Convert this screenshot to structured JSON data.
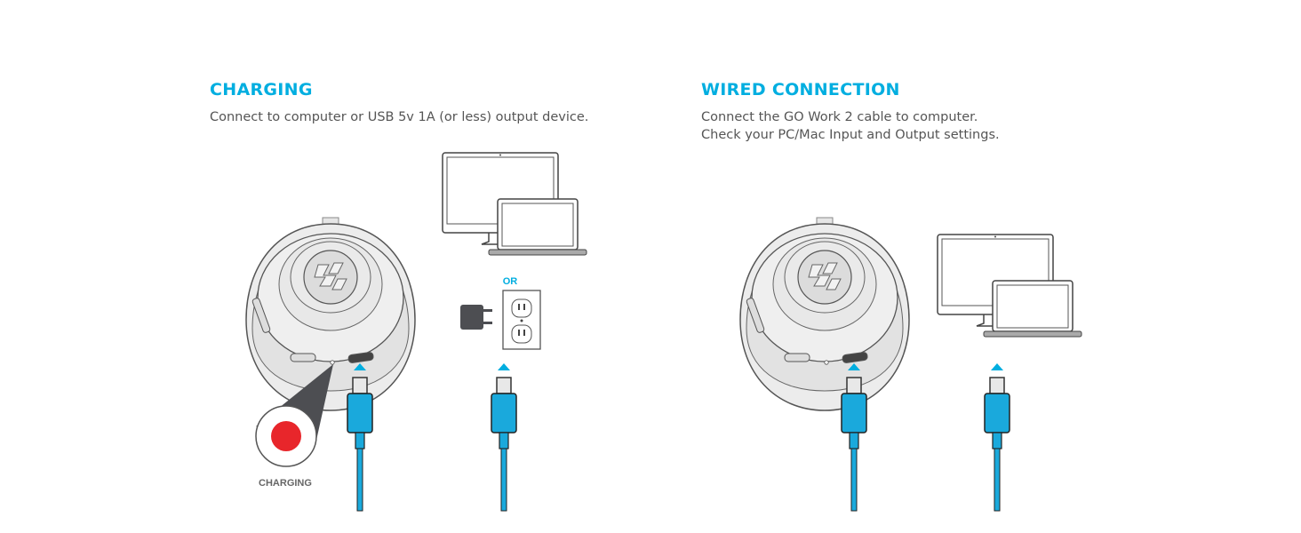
{
  "charging": {
    "title": "CHARGING",
    "description": "Connect to computer or USB 5v 1A (or less) output device.",
    "or_label": "OR",
    "indicator_label": "CHARGING",
    "indicator_color": "#e8262b"
  },
  "wired": {
    "title": "WIRED CONNECTION",
    "description_line1": "Connect the GO Work 2 cable to computer.",
    "description_line2": "Check your PC/Mac Input and Output settings."
  },
  "colors": {
    "accent": "#00aee0",
    "cable": "#1aa9dc",
    "text": "#555555"
  }
}
